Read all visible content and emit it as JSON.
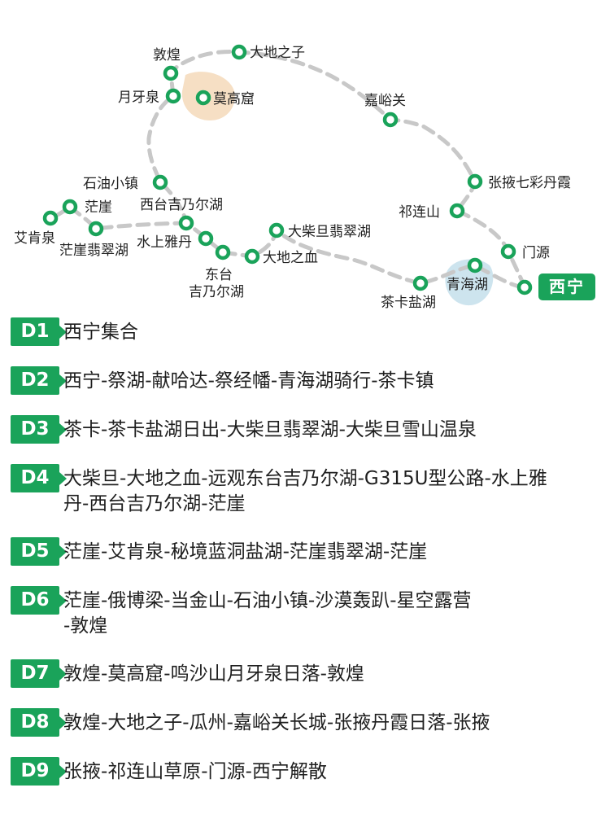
{
  "colors": {
    "accent": "#1aa35a",
    "route": "#c8c8c8",
    "lake": "#cde4ee",
    "desert": "#f6dfc4"
  },
  "map": {
    "start_badge": "西宁",
    "stops": [
      {
        "id": "dunhuang",
        "name": "敦煌"
      },
      {
        "id": "dadizhizi",
        "name": "大地之子"
      },
      {
        "id": "yueyaquan",
        "name": "月牙泉"
      },
      {
        "id": "mogaoku",
        "name": "莫高窟"
      },
      {
        "id": "jiayuguan",
        "name": "嘉峪关"
      },
      {
        "id": "zhangye",
        "name": "张掖七彩丹霞"
      },
      {
        "id": "shiyou",
        "name": "石油小镇"
      },
      {
        "id": "xitai",
        "name": "西台吉乃尔湖"
      },
      {
        "id": "qilian",
        "name": "祁连山"
      },
      {
        "id": "mangya",
        "name": "茫崖"
      },
      {
        "id": "aikenquan",
        "name": "艾肯泉"
      },
      {
        "id": "mangyafc",
        "name": "茫崖翡翠湖"
      },
      {
        "id": "dachaidanfc",
        "name": "大柴旦翡翠湖"
      },
      {
        "id": "shuishang",
        "name": "水上雅丹"
      },
      {
        "id": "menyuan",
        "name": "门源"
      },
      {
        "id": "dadizhixue",
        "name": "大地之血"
      },
      {
        "id": "dongtai",
        "name": "东台吉乃尔湖"
      },
      {
        "id": "qinghaihu",
        "name": "青海湖"
      },
      {
        "id": "chaka",
        "name": "茶卡盐湖"
      },
      {
        "id": "xining",
        "name": ""
      }
    ],
    "extra_labels": {
      "dongtai_line1": "东台",
      "dongtai_line2": "吉乃尔湖"
    }
  },
  "itinerary": [
    {
      "day": "D1",
      "lines": [
        "西宁集合"
      ]
    },
    {
      "day": "D2",
      "lines": [
        "西宁-祭湖-献哈达-祭经幡-青海湖骑行-茶卡镇"
      ]
    },
    {
      "day": "D3",
      "lines": [
        "茶卡-茶卡盐湖日出-大柴旦翡翠湖-大柴旦雪山温泉"
      ]
    },
    {
      "day": "D4",
      "lines": [
        "大柴旦-大地之血-远观东台吉乃尔湖-G315U型公路-水上雅",
        "丹-西台吉乃尔湖-茫崖"
      ]
    },
    {
      "day": "D5",
      "lines": [
        "茫崖-艾肯泉-秘境蓝洞盐湖-茫崖翡翠湖-茫崖"
      ]
    },
    {
      "day": "D6",
      "lines": [
        "茫崖-俄博梁-当金山-石油小镇-沙漠轰趴-星空露营",
        "-敦煌"
      ]
    },
    {
      "day": "D7",
      "lines": [
        "敦煌-莫高窟-鸣沙山月牙泉日落-敦煌"
      ]
    },
    {
      "day": "D8",
      "lines": [
        "敦煌-大地之子-瓜州-嘉峪关长城-张掖丹霞日落-张掖"
      ]
    },
    {
      "day": "D9",
      "lines": [
        "张掖-祁连山草原-门源-西宁解散"
      ]
    }
  ]
}
